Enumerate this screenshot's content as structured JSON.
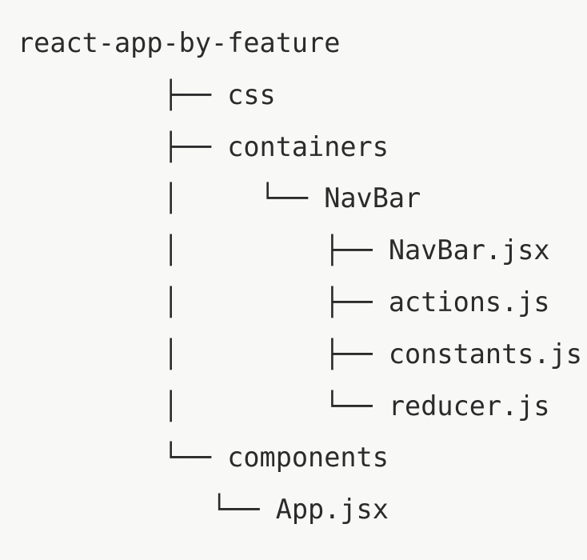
{
  "view": {
    "kind": "directory-tree",
    "background_color": "#f8f8f7",
    "text_color": "#2b2b2b",
    "root_label": "react-app-by-feature"
  },
  "tree": {
    "rows": [
      {
        "prefix": "",
        "label": "react-app-by-feature",
        "type": "directory",
        "depth": 0
      },
      {
        "prefix": "         ├── ",
        "label": "css",
        "type": "directory",
        "depth": 1
      },
      {
        "prefix": "         ├── ",
        "label": "containers",
        "type": "directory",
        "depth": 1
      },
      {
        "prefix": "         │     └── ",
        "label": "NavBar",
        "type": "directory",
        "depth": 2
      },
      {
        "prefix": "         │         ├── ",
        "label": "NavBar.jsx",
        "type": "file",
        "depth": 3
      },
      {
        "prefix": "         │         ├── ",
        "label": "actions.js",
        "type": "file",
        "depth": 3
      },
      {
        "prefix": "         │         ├── ",
        "label": "constants.js",
        "type": "file",
        "depth": 3
      },
      {
        "prefix": "         │         └── ",
        "label": "reducer.js",
        "type": "file",
        "depth": 3
      },
      {
        "prefix": "         └── ",
        "label": "components",
        "type": "directory",
        "depth": 1
      },
      {
        "prefix": "            └── ",
        "label": "App.jsx",
        "type": "file",
        "depth": 2
      }
    ]
  }
}
